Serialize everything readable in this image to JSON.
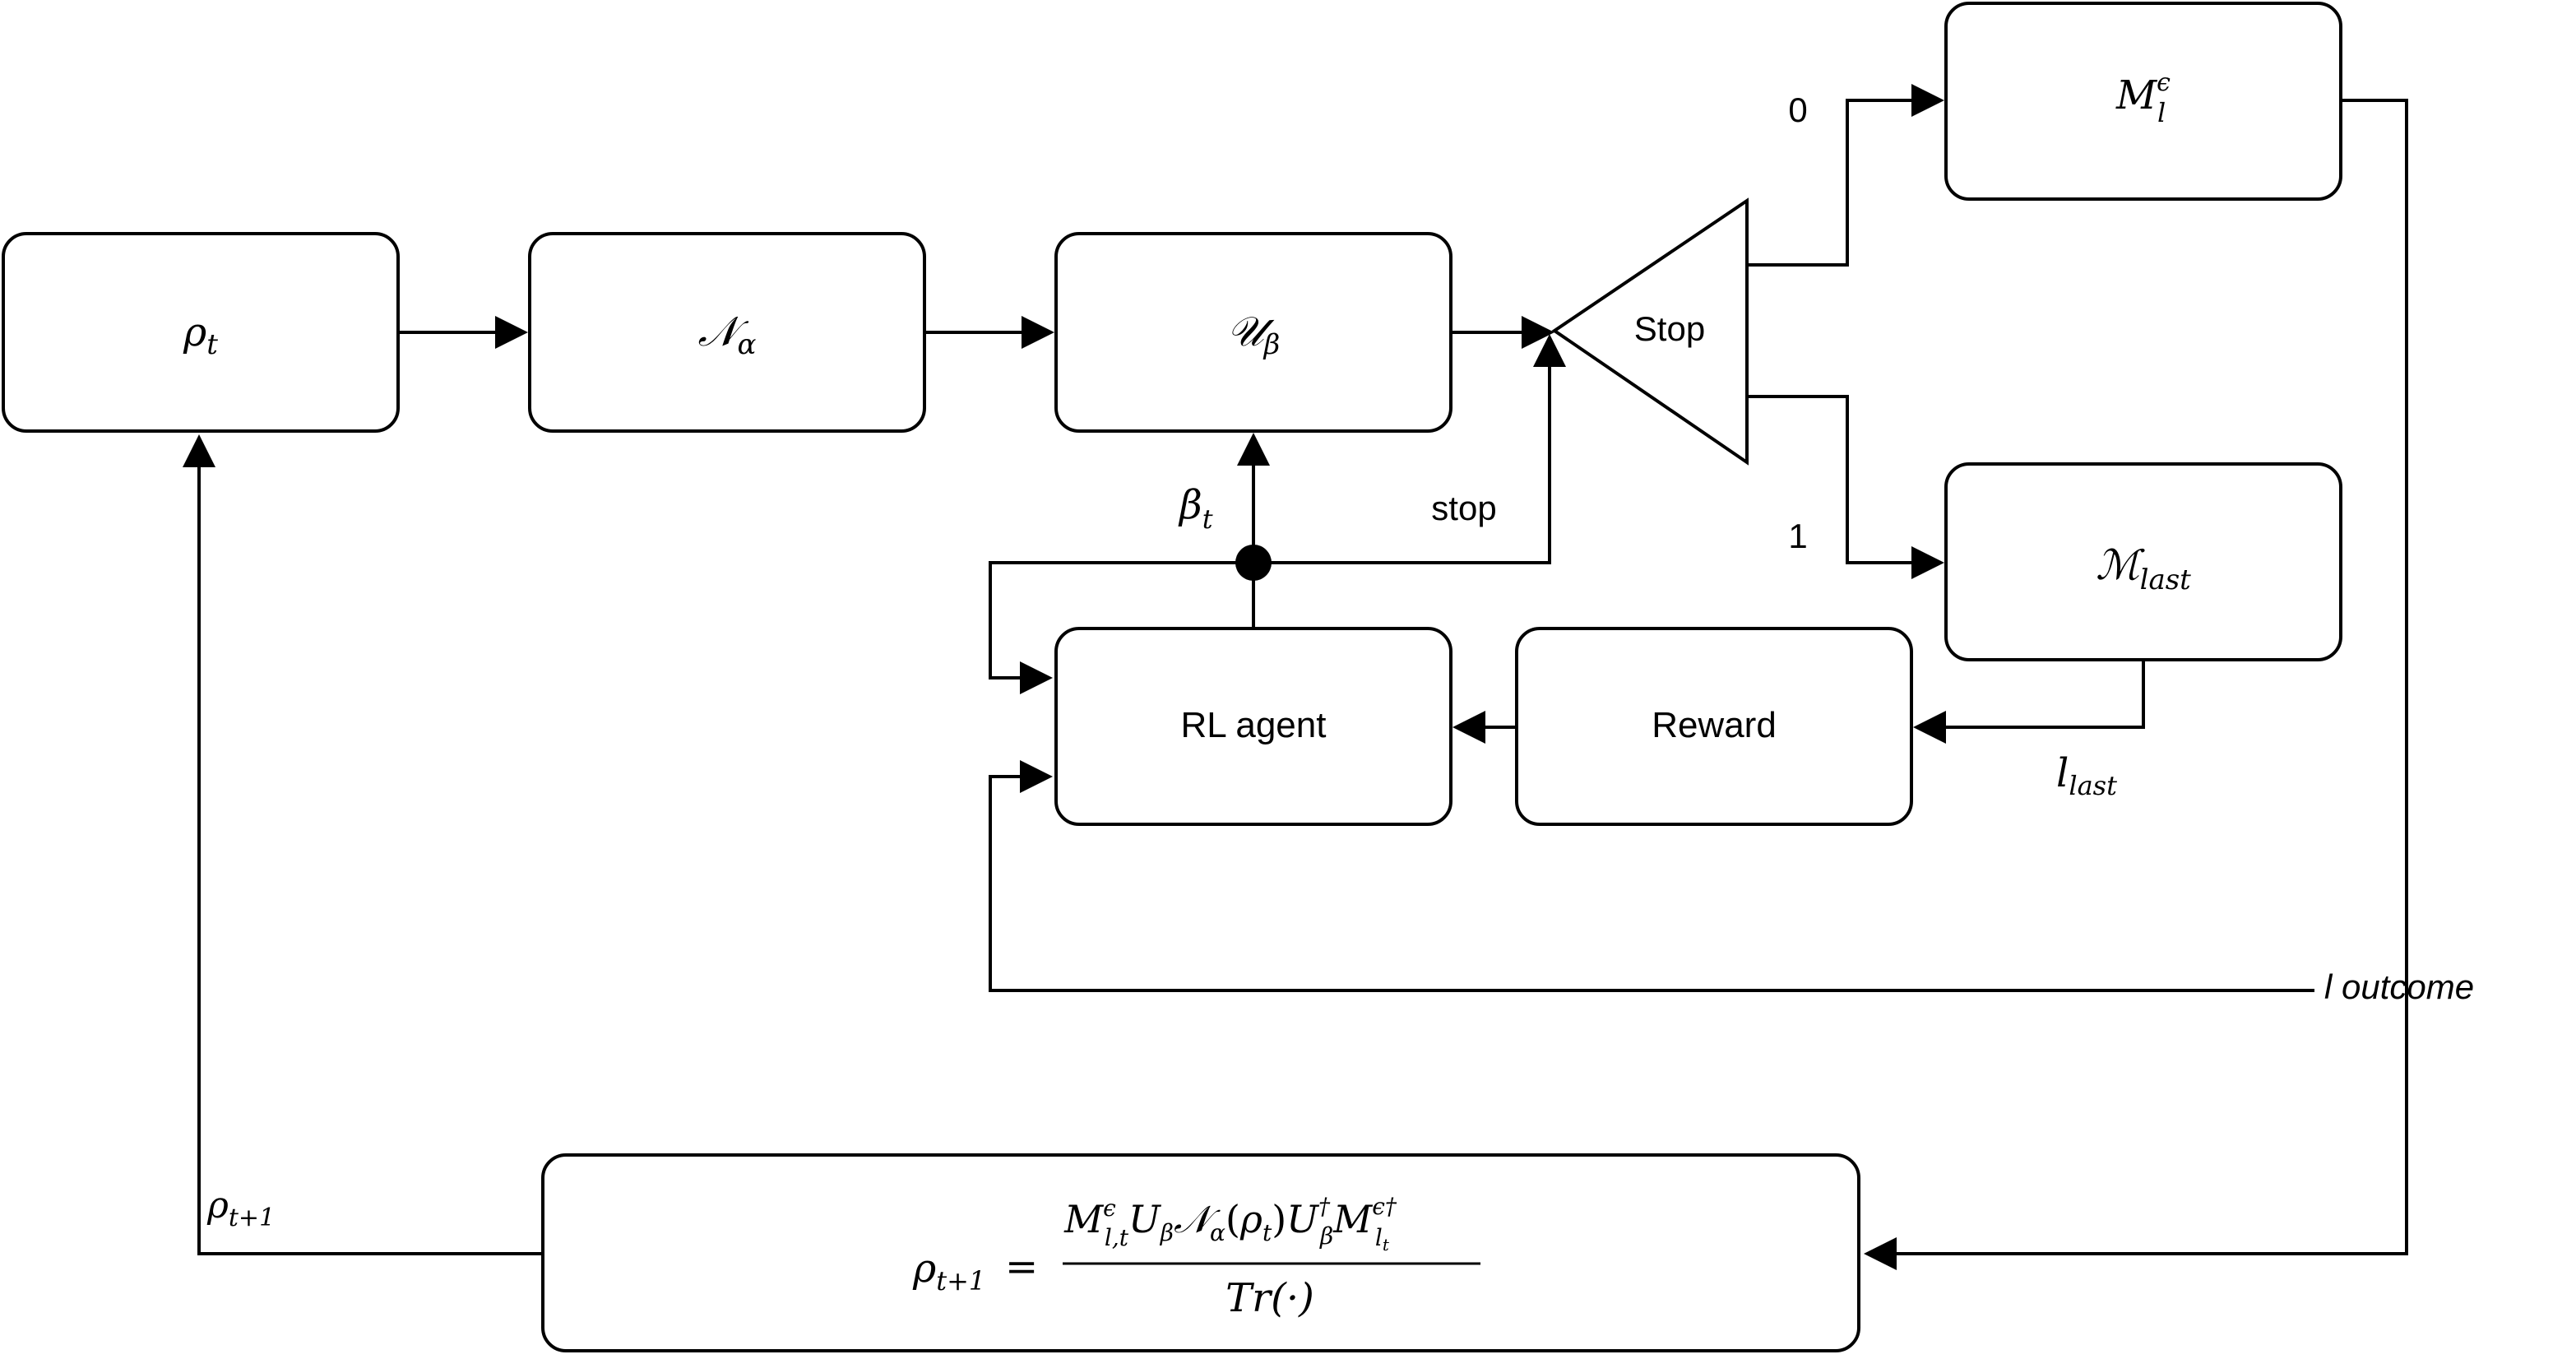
{
  "nodes": {
    "rho_t": {
      "sym": "ρ",
      "sub": "t"
    },
    "noise": {
      "sym": "𝒩",
      "sub": "α"
    },
    "unitary": {
      "sym": "𝒰",
      "sub": "β"
    },
    "stop": {
      "label": "Stop"
    },
    "meas_eps": {
      "sym": "M",
      "sub": "l",
      "sup": "ϵ"
    },
    "meas_last": {
      "sym": "ℳ",
      "sub": "last"
    },
    "rl_agent": {
      "label": "RL agent"
    },
    "reward": {
      "label": "Reward"
    },
    "update": {
      "lhs_sym": "ρ",
      "lhs_sub": "t+1",
      "eq": "=",
      "den": "Tr(·)"
    }
  },
  "labels": {
    "beta_t": {
      "sym": "β",
      "sub": "t"
    },
    "stop_signal": "stop",
    "branch_0": "0",
    "branch_1": "1",
    "l_last": {
      "sym": "l",
      "sub": "last"
    },
    "l_outcome": "l outcome",
    "rho_next": {
      "sym": "ρ",
      "sub": "t+1"
    }
  }
}
